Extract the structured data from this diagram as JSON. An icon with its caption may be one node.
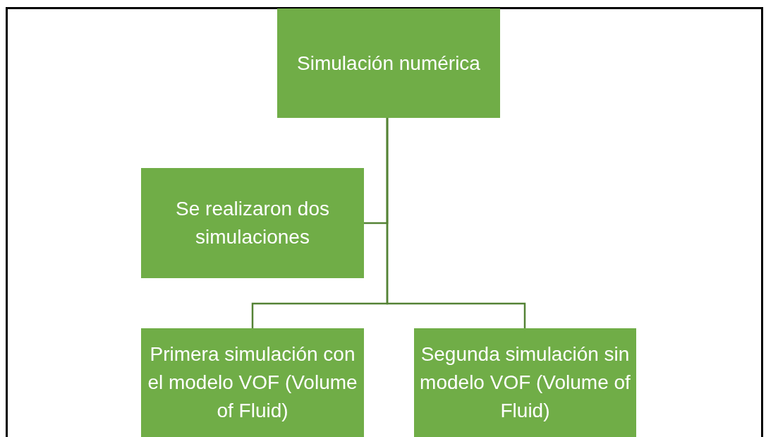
{
  "diagram": {
    "nodes": [
      {
        "text": [
          "Simulación numérica"
        ]
      },
      {
        "text": [
          "Se realizaron dos simulaciones"
        ]
      },
      {
        "text": [
          "Primera simulación con el modelo VOF (Volume of Fluid)"
        ]
      },
      {
        "text": [
          "Segunda simulación sin modelo VOF (Volume of Fluid)"
        ]
      }
    ],
    "edges": [
      {
        "from": 0,
        "to": 1,
        "arrow": "none"
      },
      {
        "from": 0,
        "to": 2,
        "arrow": "none"
      },
      {
        "from": 0,
        "to": 3,
        "arrow": "none"
      }
    ]
  }
}
